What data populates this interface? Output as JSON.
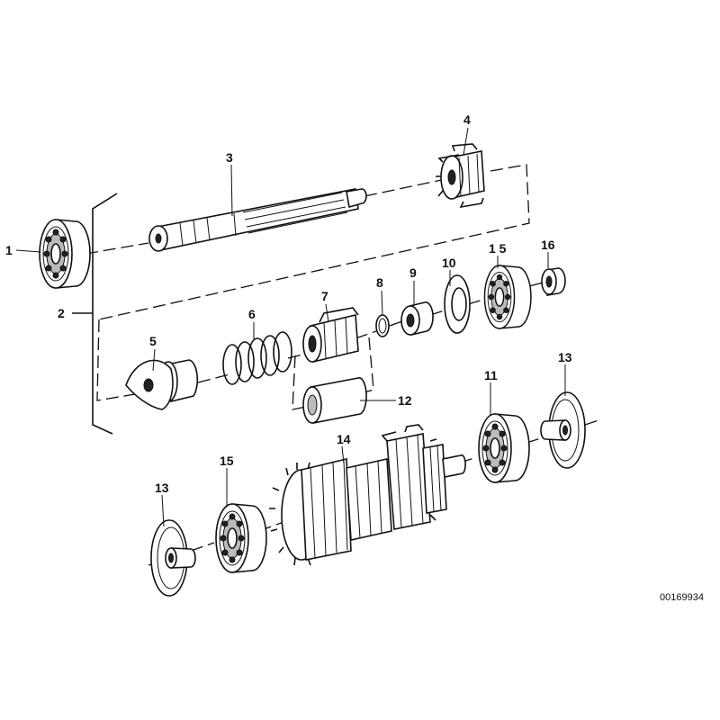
{
  "diagram": {
    "reference": "00169934",
    "callouts": {
      "c1": "1",
      "c2": "2",
      "c3": "3",
      "c4": "4",
      "c5": "5",
      "c6": "6",
      "c7": "7",
      "c8": "8",
      "c9": "9",
      "c10": "10",
      "c11": "11",
      "c12": "12",
      "c13a": "13",
      "c13b": "13",
      "c14": "14",
      "c15a": "1 5",
      "c15b": "15",
      "c16": "16"
    }
  }
}
